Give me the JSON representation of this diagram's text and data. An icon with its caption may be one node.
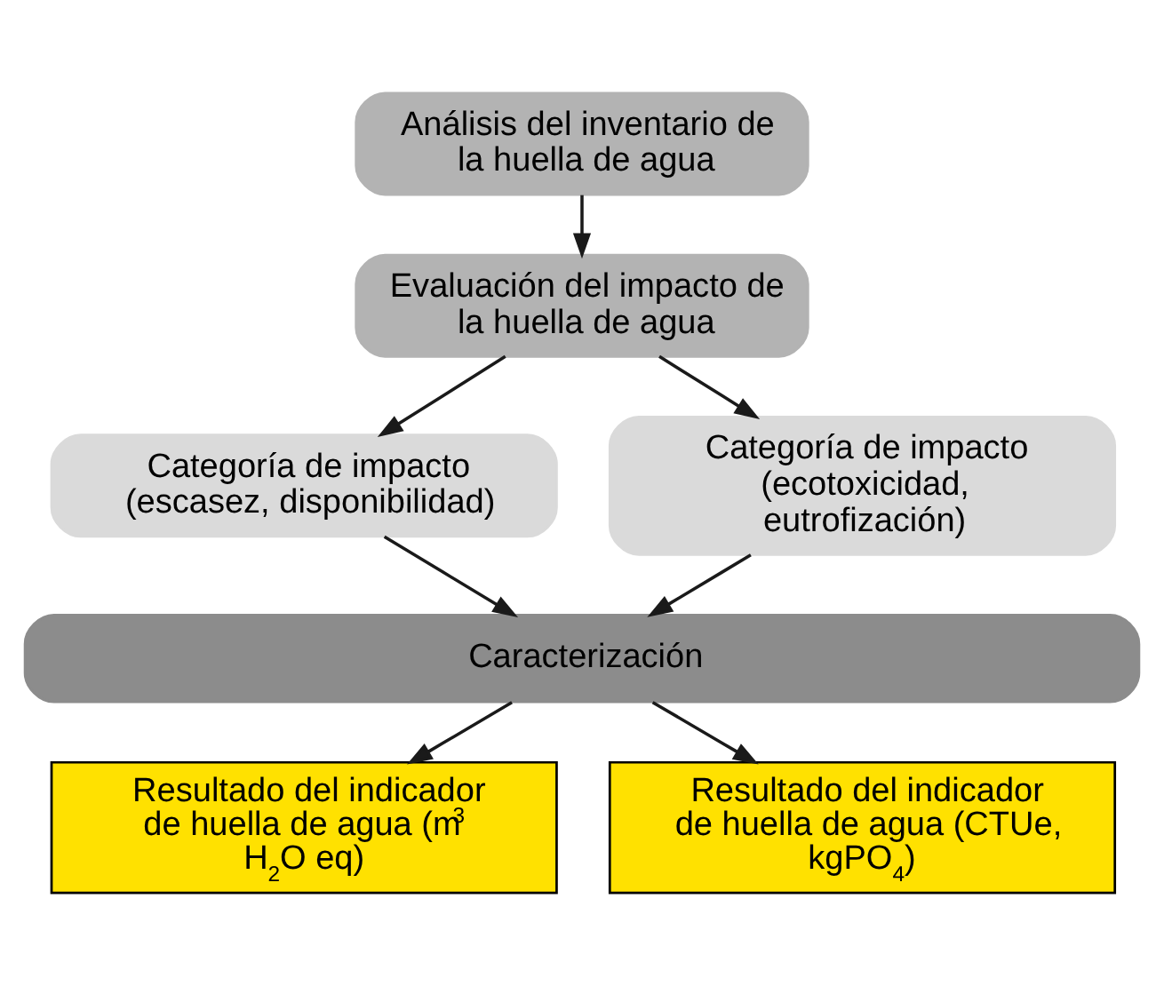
{
  "diagram": {
    "nodes": [
      {
        "text": [
          "Análisis del inventario de la huella de agua"
        ]
      },
      {
        "text": [
          "Evaluación del impacto de la huella de agua"
        ]
      },
      {
        "text": [
          "Categoría de impacto (escasez, disponibilidad)"
        ]
      },
      {
        "text": [
          "Categoría de impacto (ecotoxicidad, eutrofización)"
        ]
      },
      {
        "text": [
          "Caracterización"
        ]
      },
      {
        "text": [
          "Resultado del indicador de huella de agua (m$^{3}$ H$_{2}$O eq)"
        ]
      },
      {
        "text": [
          "Resultado del indicador de huella de agua (CTUe, kgPO$_{4}$)"
        ]
      }
    ],
    "edges": [
      {
        "from": 0,
        "to": 1,
        "arrow": "to"
      },
      {
        "from": 1,
        "to": 2,
        "arrow": "to"
      },
      {
        "from": 1,
        "to": 3,
        "arrow": "to"
      },
      {
        "from": 2,
        "to": 4,
        "arrow": "to"
      },
      {
        "from": 3,
        "to": 4,
        "arrow": "to"
      },
      {
        "from": 4,
        "to": 5,
        "arrow": "to"
      },
      {
        "from": 4,
        "to": 6,
        "arrow": "to"
      }
    ]
  }
}
